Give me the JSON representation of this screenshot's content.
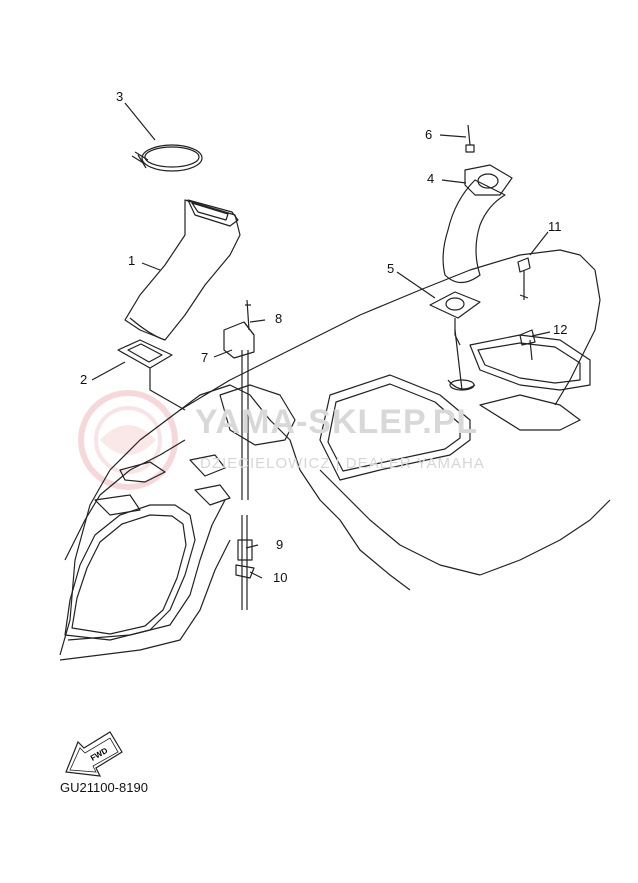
{
  "watermark": {
    "title": "YAMA-SKLEP.PL",
    "subtitle": "DZIECIELOWICZ | DEALER YAMAHA"
  },
  "fwd_label": "FWD",
  "diagram_code": "GU21100-8190",
  "callouts": [
    {
      "num": "1"
    },
    {
      "num": "2"
    },
    {
      "num": "3"
    },
    {
      "num": "4"
    },
    {
      "num": "5"
    },
    {
      "num": "6"
    },
    {
      "num": "7"
    },
    {
      "num": "8"
    },
    {
      "num": "9"
    },
    {
      "num": "10"
    },
    {
      "num": "11"
    },
    {
      "num": "12"
    }
  ],
  "colors": {
    "line": "#222222",
    "watermark": "#f2c8cc"
  }
}
